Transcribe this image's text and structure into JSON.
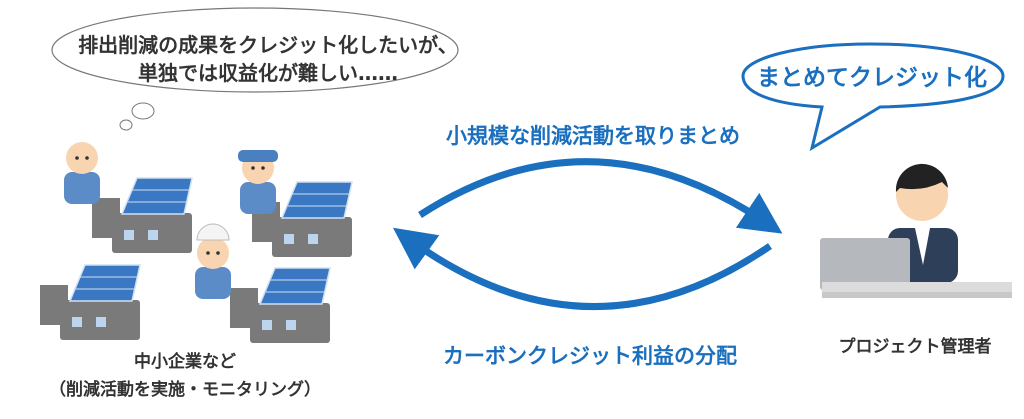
{
  "thought_bubble": {
    "line1": "排出削減の成果をクレジット化したいが、",
    "line2": "単独では収益化が難しい……"
  },
  "speech_bubble": {
    "text": "まとめてクレジット化"
  },
  "arrows": {
    "top_label": "小規模な削減活動を取りまとめ",
    "bottom_label": "カーボンクレジット利益の分配"
  },
  "left_group": {
    "label_line1": "中小企業など",
    "label_line2": "（削減活動を実施・モニタリング）"
  },
  "right_group": {
    "label": "プロジェクト管理者"
  },
  "colors": {
    "accent": "#1a6fbf",
    "text": "#333333",
    "factory": "#7a7a7a",
    "panel": "#3a78c4"
  }
}
